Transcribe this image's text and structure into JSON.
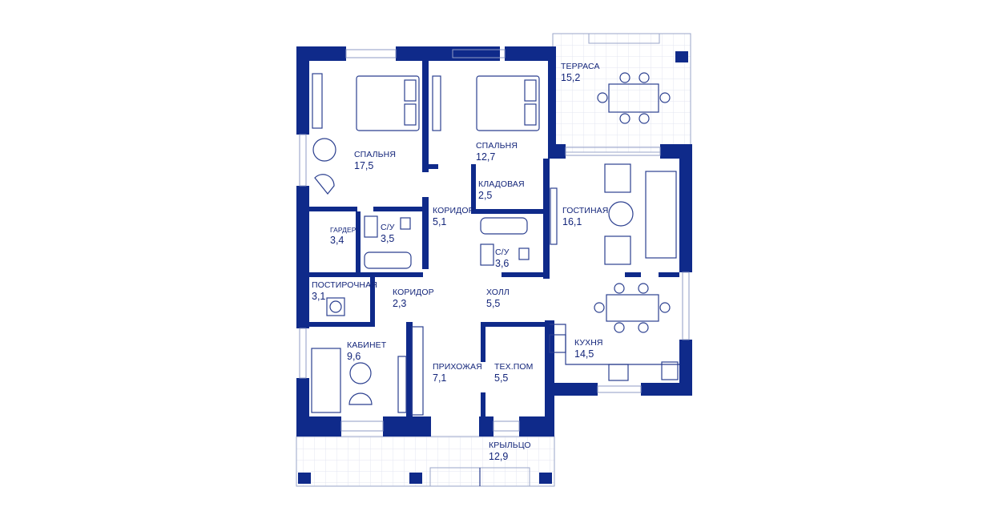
{
  "colors": {
    "wall": "#0f2a8a",
    "line": "#2b3f8f",
    "grid": "#dfe3ef"
  },
  "rooms": {
    "terrace": {
      "name": "ТЕРРАСА",
      "area": "15,2"
    },
    "bedroom1": {
      "name": "СПАЛЬНЯ",
      "area": "17,5"
    },
    "bedroom2": {
      "name": "СПАЛЬНЯ",
      "area": "12,7"
    },
    "pantry": {
      "name": "КЛАДОВАЯ",
      "area": "2,5"
    },
    "corridor1": {
      "name": "КОРИДОР",
      "area": "5,1"
    },
    "living": {
      "name": "ГОСТИНАЯ",
      "area": "16,1"
    },
    "wardrobe": {
      "name": "ГАРДЕРОБ",
      "area": "3,4"
    },
    "bath1": {
      "name": "С/У",
      "area": "3,5"
    },
    "bath2": {
      "name": "С/У",
      "area": "3,6"
    },
    "laundry": {
      "name": "ПОСТИРОЧНАЯ",
      "area": "3,1"
    },
    "corridor2": {
      "name": "КОРИДОР",
      "area": "2,3"
    },
    "hall": {
      "name": "ХОЛЛ",
      "area": "5,5"
    },
    "office": {
      "name": "КАБИНЕТ",
      "area": "9,6"
    },
    "kitchen": {
      "name": "КУХНЯ",
      "area": "14,5"
    },
    "entrance": {
      "name": "ПРИХОЖАЯ",
      "area": "7,1"
    },
    "tech": {
      "name": "ТЕХ.ПОМ",
      "area": "5,5"
    },
    "porch": {
      "name": "КРЫЛЬЦО",
      "area": "12,9"
    }
  }
}
